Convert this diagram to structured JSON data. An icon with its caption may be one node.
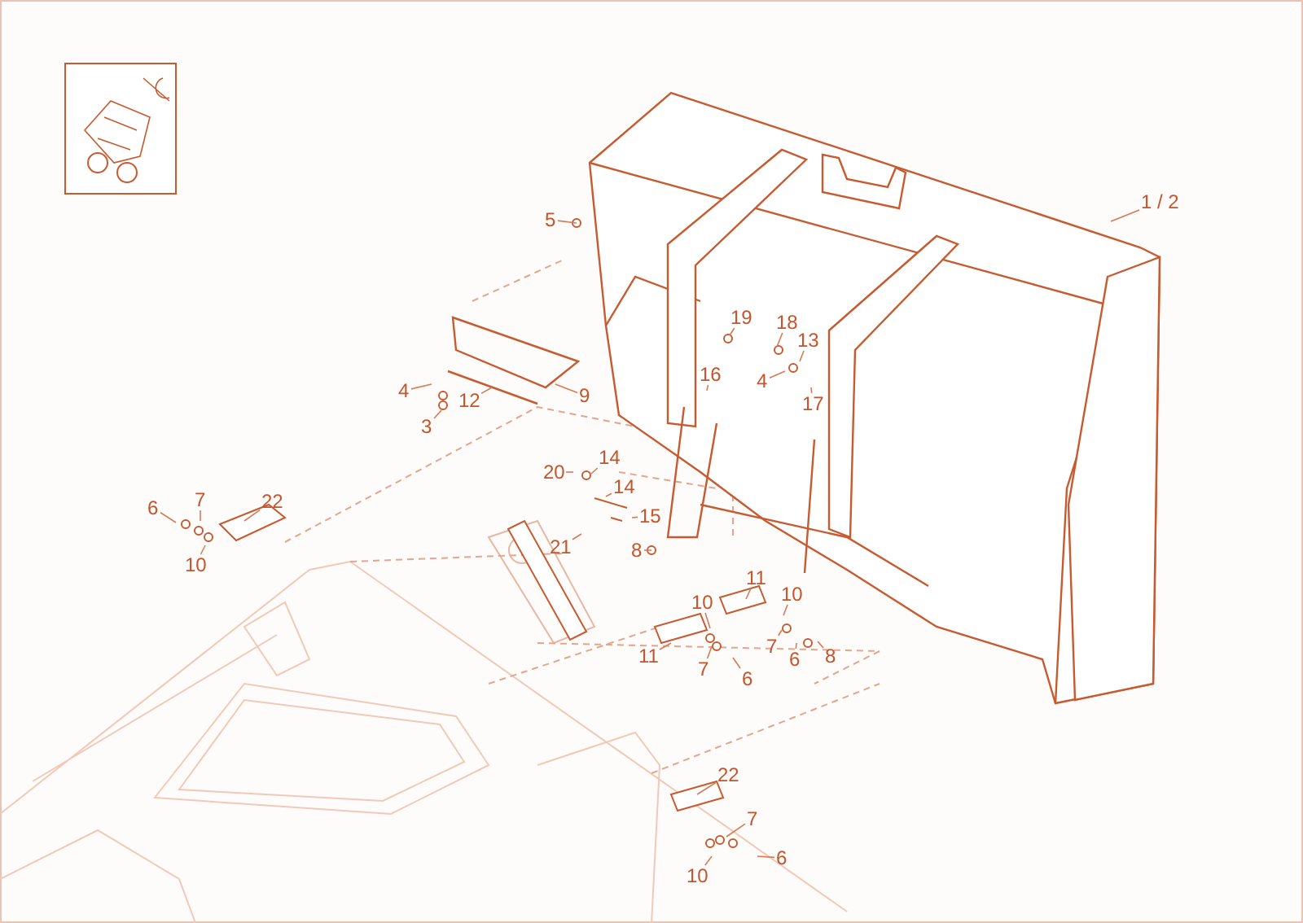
{
  "diagram": {
    "nodes": [
      {
        "text": [
          "1 / 2"
        ]
      },
      {
        "text": [
          "5"
        ]
      },
      {
        "text": [
          "4"
        ]
      },
      {
        "text": [
          "3"
        ]
      },
      {
        "text": [
          "12"
        ]
      },
      {
        "text": [
          "9"
        ]
      },
      {
        "text": [
          "19"
        ]
      },
      {
        "text": [
          "18"
        ]
      },
      {
        "text": [
          "13"
        ]
      },
      {
        "text": [
          "4"
        ]
      },
      {
        "text": [
          "17"
        ]
      },
      {
        "text": [
          "16"
        ]
      },
      {
        "text": [
          "20"
        ]
      },
      {
        "text": [
          "14"
        ]
      },
      {
        "text": [
          "14"
        ]
      },
      {
        "text": [
          "15"
        ]
      },
      {
        "text": [
          "21"
        ]
      },
      {
        "text": [
          "8"
        ]
      },
      {
        "text": [
          "6"
        ]
      },
      {
        "text": [
          "7"
        ]
      },
      {
        "text": [
          "10"
        ]
      },
      {
        "text": [
          "22"
        ]
      },
      {
        "text": [
          "11"
        ]
      },
      {
        "text": [
          "10"
        ]
      },
      {
        "text": [
          "7"
        ]
      },
      {
        "text": [
          "6"
        ]
      },
      {
        "text": [
          "8"
        ]
      },
      {
        "text": [
          "10"
        ]
      },
      {
        "text": [
          "11"
        ]
      },
      {
        "text": [
          "7"
        ]
      },
      {
        "text": [
          "6"
        ]
      },
      {
        "text": [
          "22"
        ]
      },
      {
        "text": [
          "7"
        ]
      },
      {
        "text": [
          "6"
        ]
      },
      {
        "text": [
          "10"
        ]
      }
    ],
    "edges": [
      {
        "from": 0,
        "to": null,
        "arrow": "none"
      },
      {
        "from": 1,
        "to": null,
        "arrow": "none"
      },
      {
        "from": 2,
        "to": null,
        "arrow": "none"
      },
      {
        "from": 3,
        "to": null,
        "arrow": "none"
      },
      {
        "from": 4,
        "to": null,
        "arrow": "none"
      },
      {
        "from": 5,
        "to": null,
        "arrow": "none"
      },
      {
        "from": 6,
        "to": null,
        "arrow": "none"
      },
      {
        "from": 7,
        "to": null,
        "arrow": "none"
      },
      {
        "from": 8,
        "to": null,
        "arrow": "none"
      },
      {
        "from": 9,
        "to": null,
        "arrow": "none"
      },
      {
        "from": 10,
        "to": null,
        "arrow": "none"
      },
      {
        "from": 11,
        "to": null,
        "arrow": "none"
      },
      {
        "from": 12,
        "to": null,
        "arrow": "none"
      },
      {
        "from": 13,
        "to": null,
        "arrow": "none"
      },
      {
        "from": 14,
        "to": null,
        "arrow": "none"
      },
      {
        "from": 15,
        "to": null,
        "arrow": "none"
      },
      {
        "from": 16,
        "to": null,
        "arrow": "none"
      },
      {
        "from": 17,
        "to": null,
        "arrow": "none"
      },
      {
        "from": 18,
        "to": null,
        "arrow": "none"
      },
      {
        "from": 19,
        "to": null,
        "arrow": "none"
      },
      {
        "from": 20,
        "to": null,
        "arrow": "none"
      },
      {
        "from": 21,
        "to": null,
        "arrow": "none"
      },
      {
        "from": 22,
        "to": null,
        "arrow": "none"
      },
      {
        "from": 23,
        "to": null,
        "arrow": "none"
      },
      {
        "from": 24,
        "to": null,
        "arrow": "none"
      },
      {
        "from": 25,
        "to": null,
        "arrow": "none"
      },
      {
        "from": 26,
        "to": null,
        "arrow": "none"
      },
      {
        "from": 27,
        "to": null,
        "arrow": "none"
      },
      {
        "from": 28,
        "to": null,
        "arrow": "none"
      },
      {
        "from": 29,
        "to": null,
        "arrow": "none"
      },
      {
        "from": 30,
        "to": null,
        "arrow": "none"
      },
      {
        "from": 31,
        "to": null,
        "arrow": "none"
      },
      {
        "from": 32,
        "to": null,
        "arrow": "none"
      },
      {
        "from": 33,
        "to": null,
        "arrow": "none"
      },
      {
        "from": 34,
        "to": null,
        "arrow": "none"
      }
    ]
  }
}
